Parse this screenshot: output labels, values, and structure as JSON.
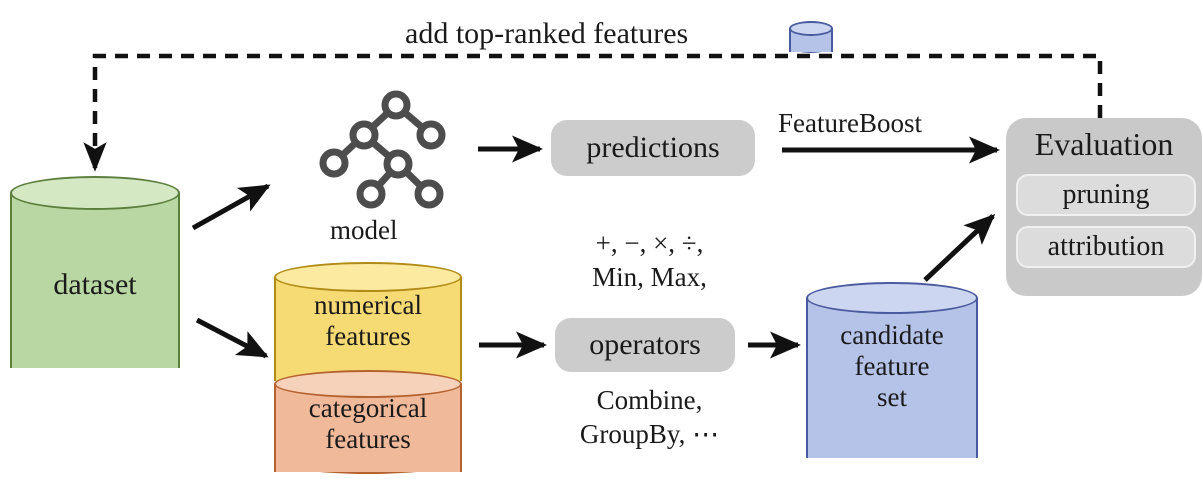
{
  "diagram": {
    "title": "add top-ranked features",
    "feedback_icon": "cylinder-icon",
    "nodes": {
      "dataset": {
        "label": "dataset",
        "shape": "cylinder",
        "color": "#b9d7a3"
      },
      "model": {
        "label": "model",
        "icon": "decision-tree-icon"
      },
      "predictions": {
        "label": "predictions",
        "shape": "rounded-box",
        "color": "#cccccc"
      },
      "numerical_features": {
        "line1": "numerical",
        "line2": "features",
        "shape": "cylinder",
        "color": "#f6db74"
      },
      "categorical_features": {
        "line1": "categorical",
        "line2": "features",
        "shape": "cylinder",
        "color": "#f0b99a"
      },
      "operators": {
        "label": "operators",
        "shape": "rounded-box",
        "color": "#cccccc"
      },
      "candidate_feature_set": {
        "line1": "candidate",
        "line2": "feature",
        "line3": "set",
        "shape": "cylinder",
        "color": "#b6c3e8"
      },
      "evaluation": {
        "title": "Evaluation",
        "color": "#c9c9c9",
        "items": [
          {
            "label": "pruning"
          },
          {
            "label": "attribution"
          }
        ]
      }
    },
    "operator_examples": {
      "line1": "+, −, ×, ÷,",
      "line2": "Min, Max,",
      "line3": "Combine,",
      "line4": "GroupBy, ⋯"
    },
    "edges": {
      "featureboost": "FeatureBoost"
    }
  }
}
